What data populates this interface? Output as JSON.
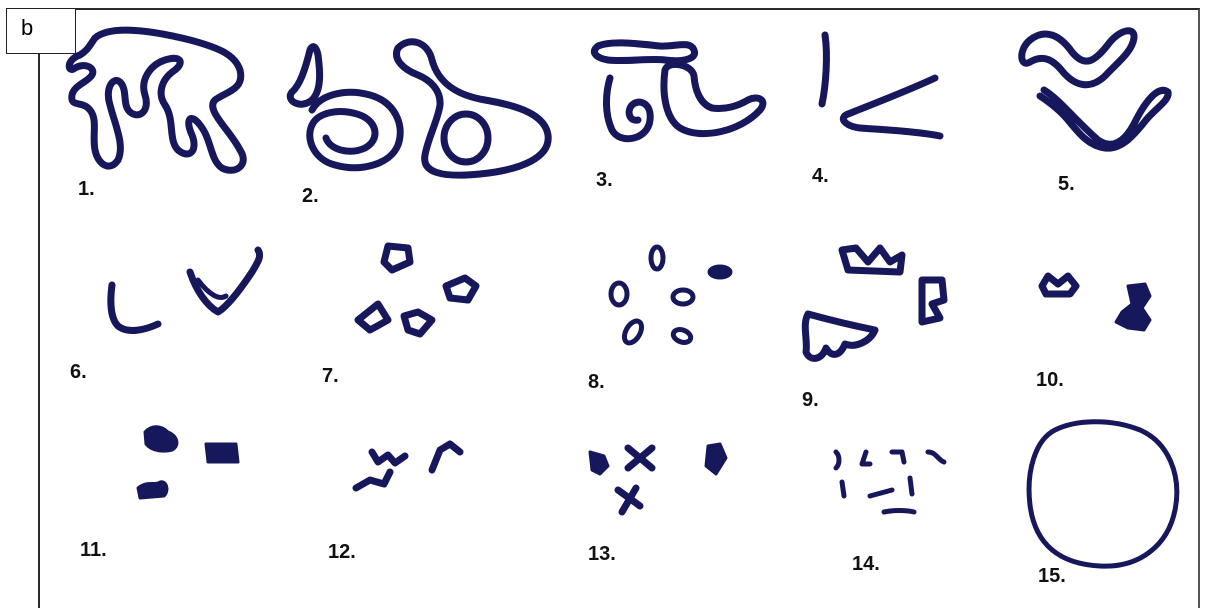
{
  "panel": {
    "label": "b"
  },
  "figures": [
    {
      "number": "1."
    },
    {
      "number": "2."
    },
    {
      "number": "3."
    },
    {
      "number": "4."
    },
    {
      "number": "5."
    },
    {
      "number": "6."
    },
    {
      "number": "7."
    },
    {
      "number": "8."
    },
    {
      "number": "9."
    },
    {
      "number": "10."
    },
    {
      "number": "11."
    },
    {
      "number": "12."
    },
    {
      "number": "13."
    },
    {
      "number": "14."
    },
    {
      "number": "15."
    }
  ],
  "colors": {
    "ink": "#17175c",
    "background": "#ffffff"
  }
}
